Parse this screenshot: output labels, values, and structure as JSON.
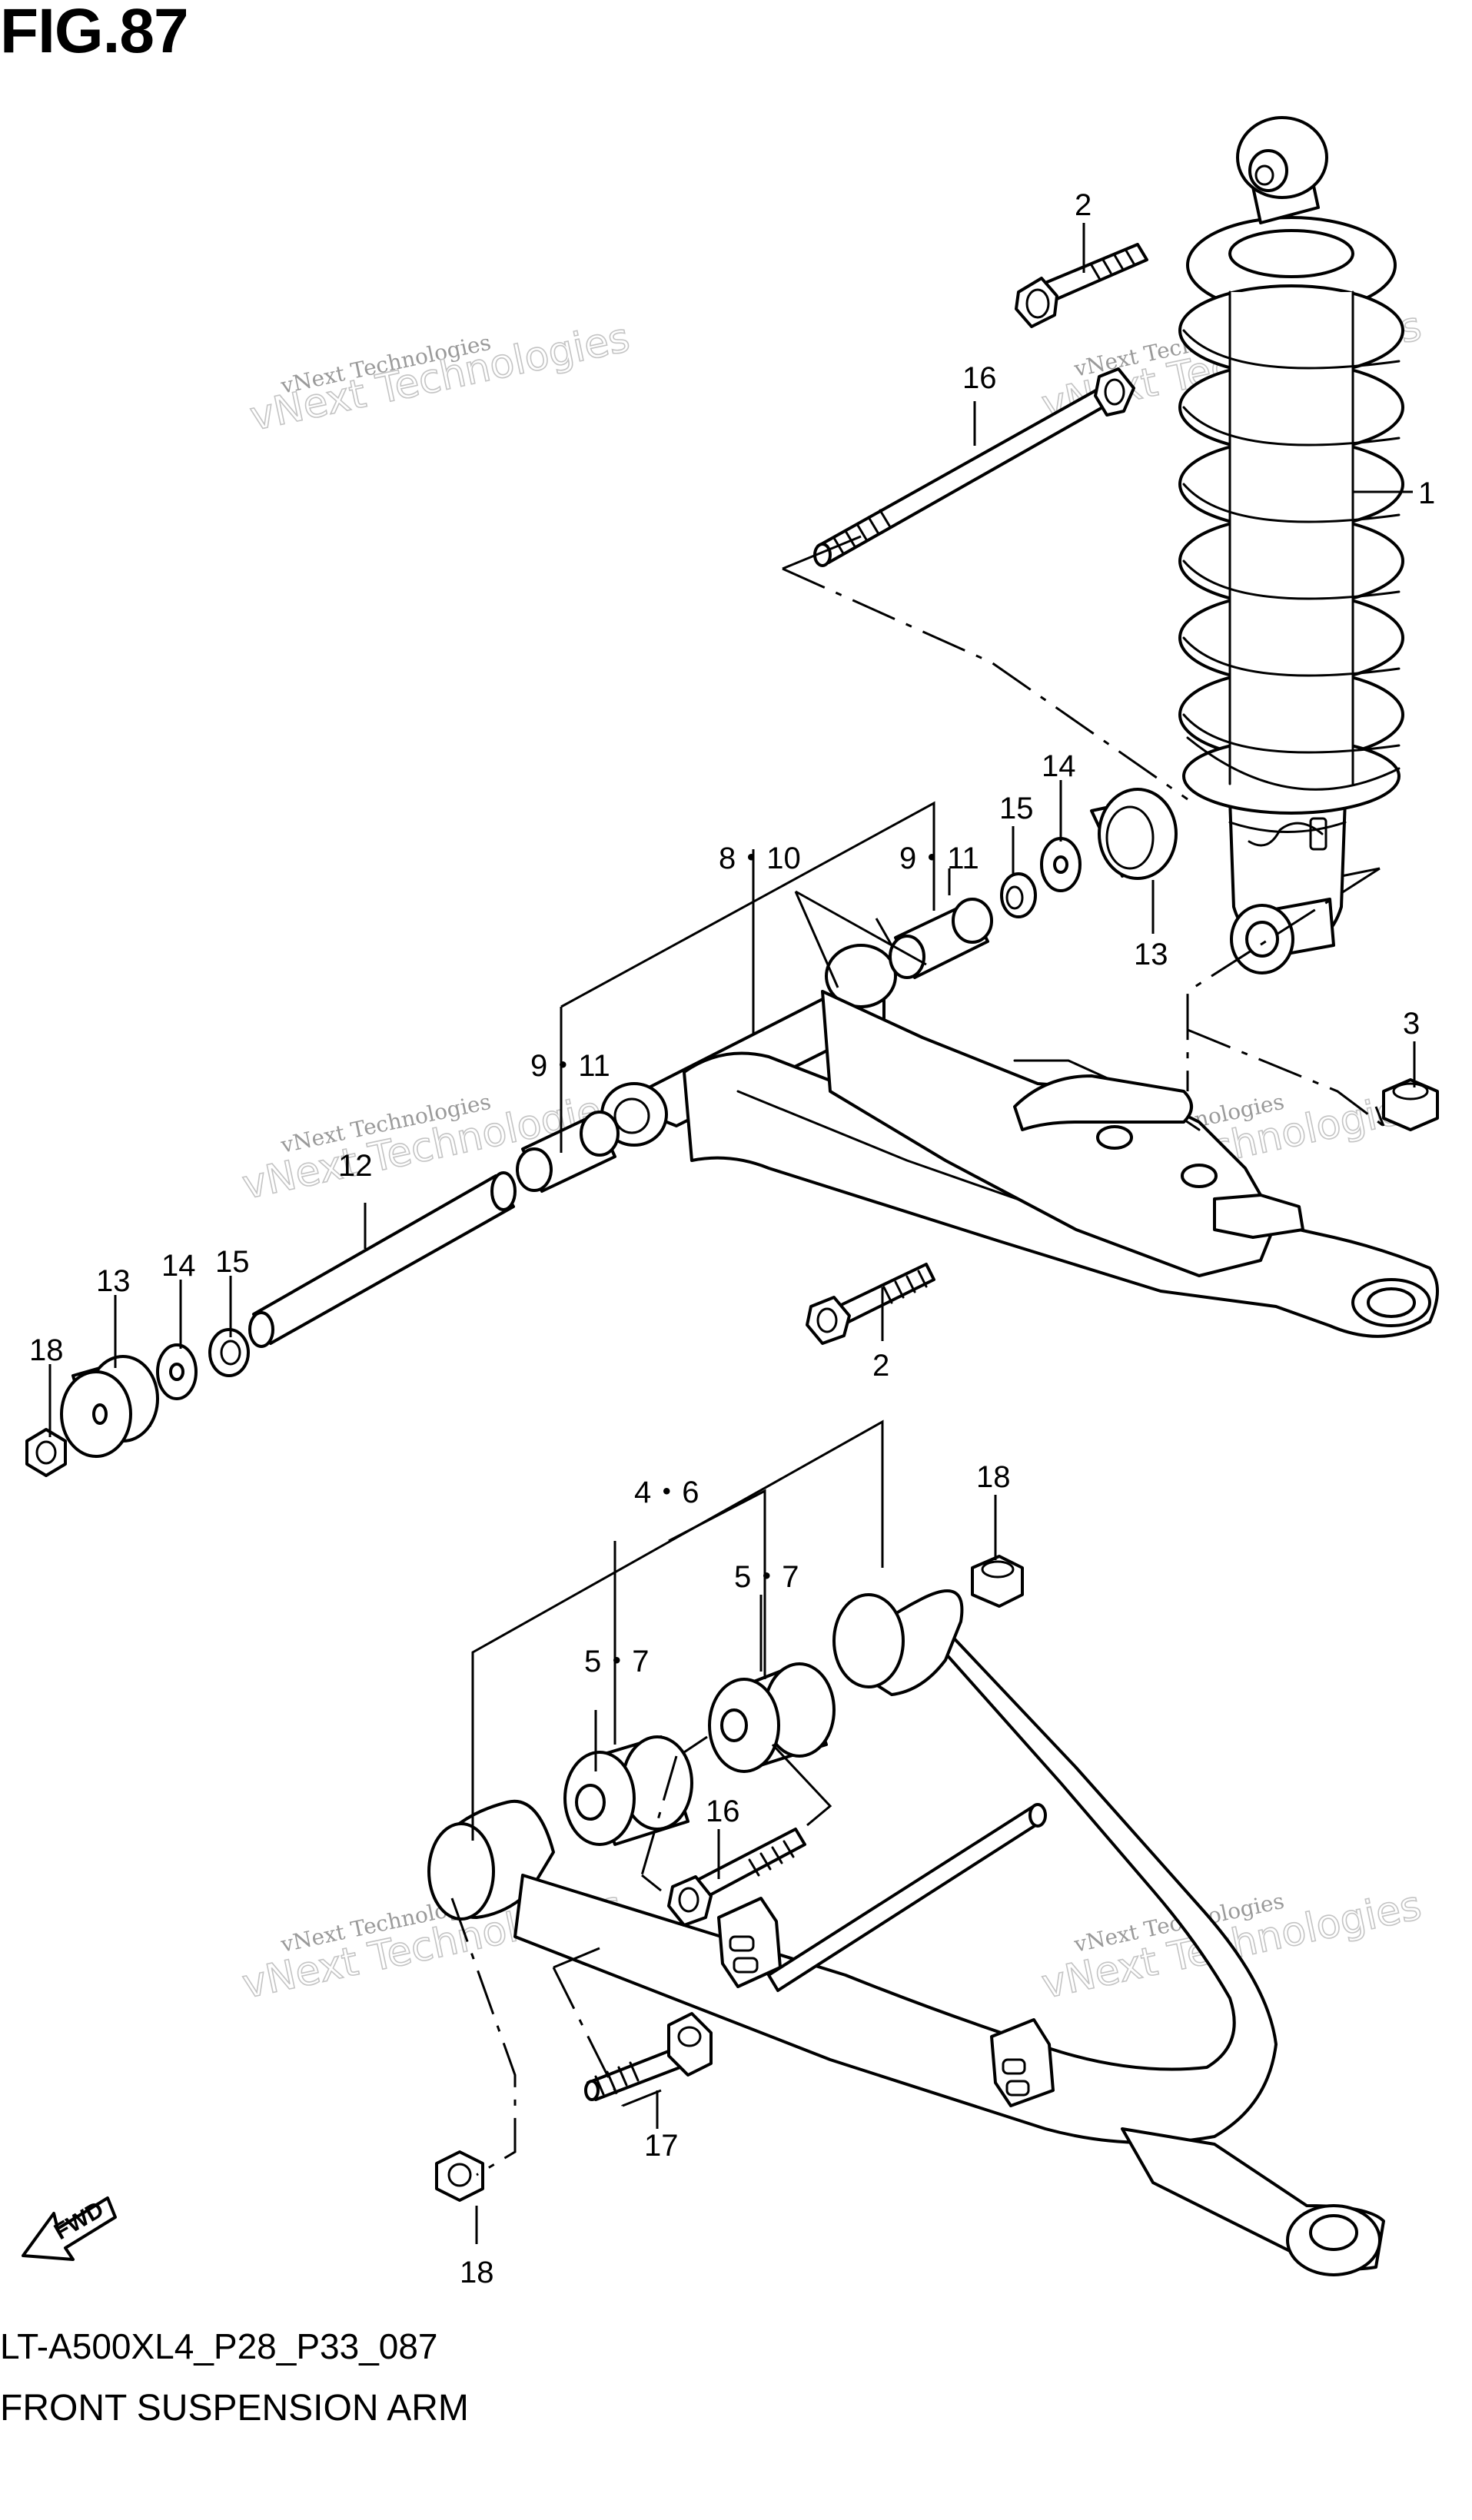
{
  "figure": {
    "title": "FIG.87"
  },
  "footer": {
    "code": "LT-A500XL4_P28_P33_087",
    "name": "FRONT SUSPENSION ARM"
  },
  "watermark": {
    "line1": "vNext Technologies",
    "line2": "vNext\nTechnologies"
  },
  "fwd_label": "FWD",
  "callouts": {
    "c1": "1",
    "c2a": "2",
    "c2b": "2",
    "c3": "3",
    "c4_6": "4・6",
    "c5_7a": "5・7",
    "c5_7b": "5・7",
    "c8_10": "8・10",
    "c9_11a": "9・11",
    "c9_11b": "9・11",
    "c12": "12",
    "c13a": "13",
    "c13b": "13",
    "c14a": "14",
    "c14b": "14",
    "c15a": "15",
    "c15b": "15",
    "c16a": "16",
    "c16b": "16",
    "c17": "17",
    "c18a": "18",
    "c18b": "18",
    "c18c": "18"
  },
  "colors": {
    "ink": "#000000",
    "background": "#ffffff",
    "watermark": "#9a9a9a"
  }
}
